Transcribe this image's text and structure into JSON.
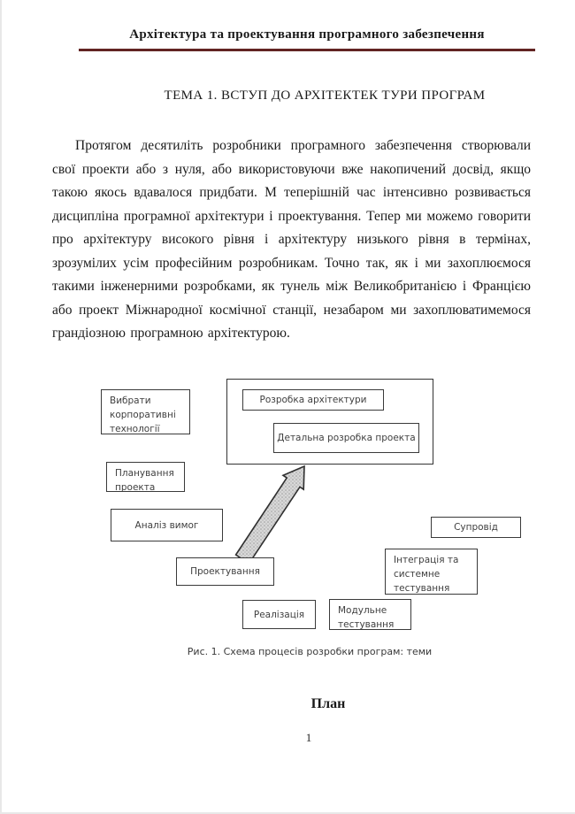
{
  "page": {
    "header": "Архітектура та проектування програмного забезпечення",
    "accent_color": "#622423",
    "title": "ТЕМА 1. ВСТУП ДО АРХІТЕКТЕК ТУРИ ПРОГРАМ",
    "paragraph": "Протягом десятиліть розробники програмного забезпечення створювали свої проекти або з нуля, або використовуючи вже накопичений досвід, якщо такою якось вдавалося придбати. М теперішній час інтенсивно розвивається дисципліна програмної архітектури і проектування. Тепер ми можемо говорити про архітектуру високого рівня і архітектуру низького рівня в термінах, зрозумілих усім професійним розробникам. Точно так, як і ми захоплюємося такими інженерними розробками, як тунель між Великобританією і Францією або проект Міжнародної космічної станції, незабаром ми захоплюватимемося грандіозною програмною архітектурою.",
    "plan_heading": "План",
    "page_number": "1"
  },
  "diagram": {
    "caption": "Рис. 1. Схема процесів розробки програм: теми",
    "boxes": {
      "select_tech": "Вибрати корпоративні технології",
      "architecture": "Розробка архітектури",
      "detailed_design": "Детальна розробка проекта",
      "planning": "Планування проекта",
      "requirements": "Аналіз вимог",
      "maintenance": "Супровід",
      "integration": "Інтеграція та системне тестування",
      "design": "Проектування",
      "implementation": "Реалізація",
      "unit_testing": "Модульне тестування"
    }
  }
}
